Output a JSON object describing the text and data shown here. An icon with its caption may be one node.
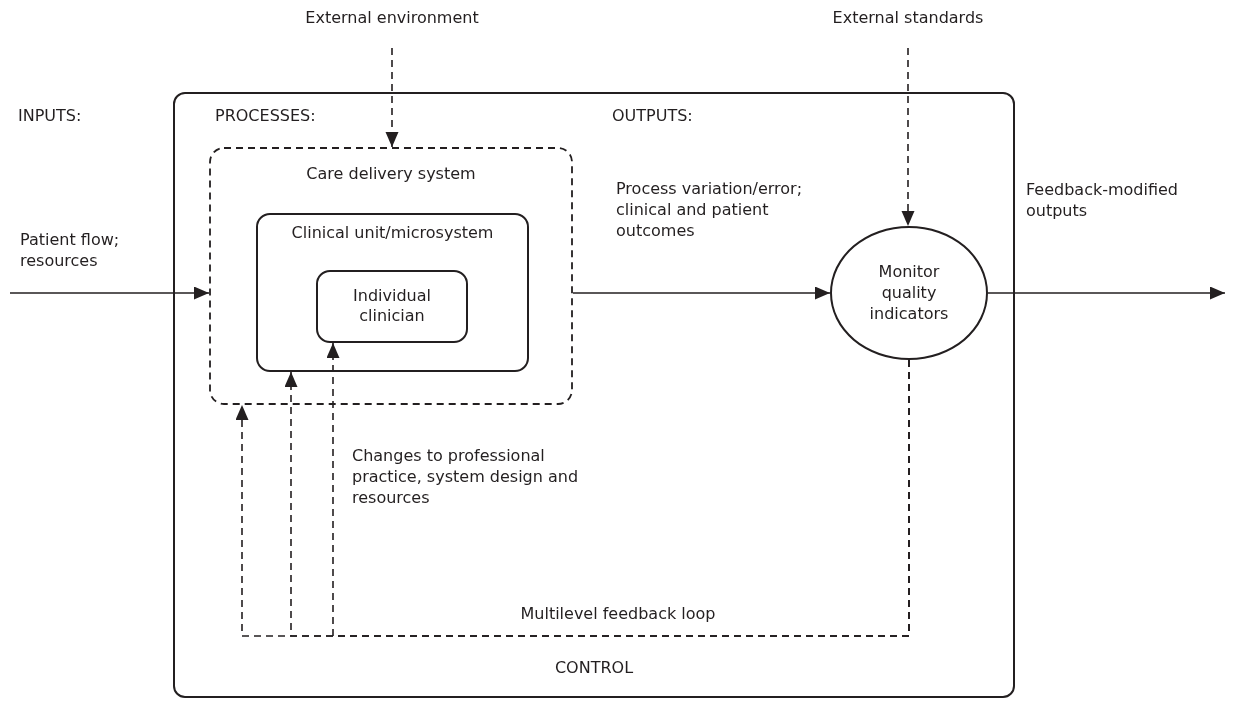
{
  "diagram": {
    "nodes": [
      {
        "text": [
          "CONTROL"
        ]
      },
      {
        "text": [
          "Care delivery system"
        ],
        "in": 0
      },
      {
        "text": [
          "Clinical unit/microsystem"
        ],
        "in": 1
      },
      {
        "text": [
          "Individual clinician"
        ],
        "in": 2
      },
      {
        "text": [
          "Monitor quality indicators"
        ],
        "in": 0
      },
      {
        "text": [
          "External environment"
        ]
      },
      {
        "text": [
          "External standards"
        ]
      }
    ],
    "edges": [
      {
        "from": null,
        "to": 1,
        "arrow": "to",
        "label": "Patient flow; resources"
      },
      {
        "from": 1,
        "to": 4,
        "arrow": "to",
        "label": "Process variation/error; clinical and patient outcomes"
      },
      {
        "from": 4,
        "to": null,
        "arrow": "to",
        "label": "Feedback-modified outputs"
      },
      {
        "from": 5,
        "to": 1,
        "arrow": "to",
        "style": "dashed"
      },
      {
        "from": 6,
        "to": 4,
        "arrow": "to",
        "style": "dashed"
      },
      {
        "from": 4,
        "to": 1,
        "arrow": "to",
        "style": "dashed"
      },
      {
        "from": 4,
        "to": 2,
        "arrow": "to",
        "style": "dashed"
      },
      {
        "from": 4,
        "to": 3,
        "arrow": "to",
        "style": "dashed"
      }
    ],
    "labels": [
      "INPUTS:",
      "PROCESSES:",
      "OUTPUTS:",
      "Changes to professional practice, system design and resources",
      "Multilevel feedback loop"
    ]
  }
}
